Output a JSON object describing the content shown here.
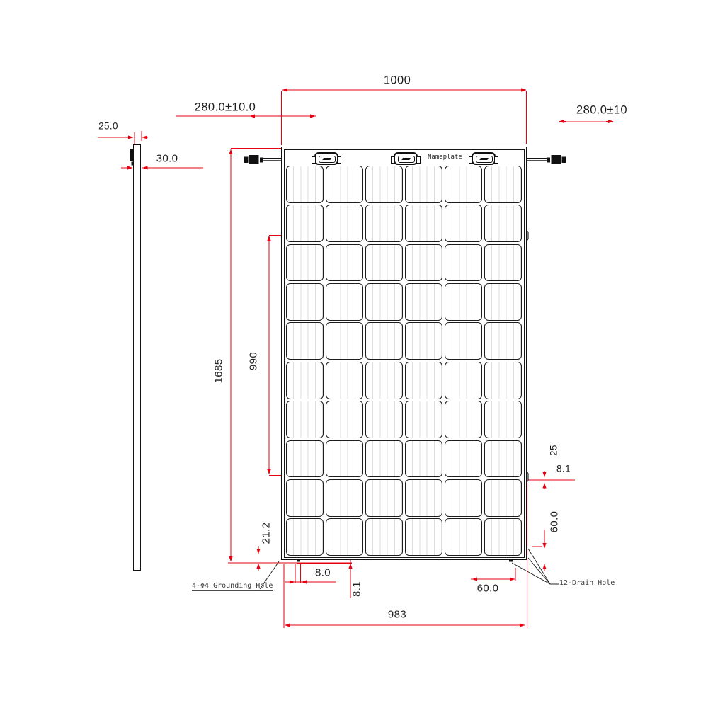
{
  "drawing_type": "solar-module-mechanical-drawing",
  "dimensions": {
    "overall_width": "1000",
    "overall_height": "1685",
    "bottom_width": "983",
    "mounting_hole_span": "990",
    "cable_length_left": "280.0±10.0",
    "cable_length_right": "280.0±10",
    "frame_top_width": "25.0",
    "frame_depth": "30.0",
    "grounding_hole_offset": "21.2",
    "drain_hole_width": "8.0",
    "frame_lip_bottom": "8.1",
    "drain_hole_offset_bottom": "60.0",
    "drain_hole_offset_right": "60.0",
    "mounting_slot_length": "25",
    "mounting_slot_width": "8.1"
  },
  "labels": {
    "nameplate": "Nameplate",
    "grounding_hole": "4-Φ4 Grounding Hole",
    "drain_hole": "12-Drain Hole"
  },
  "panel": {
    "cell_rows": 10,
    "cell_columns": 6,
    "junction_boxes": 3
  },
  "colors": {
    "dimension_red": "#e60012",
    "line_black": "#141414",
    "busbar_gray": "#dcdcdc"
  }
}
